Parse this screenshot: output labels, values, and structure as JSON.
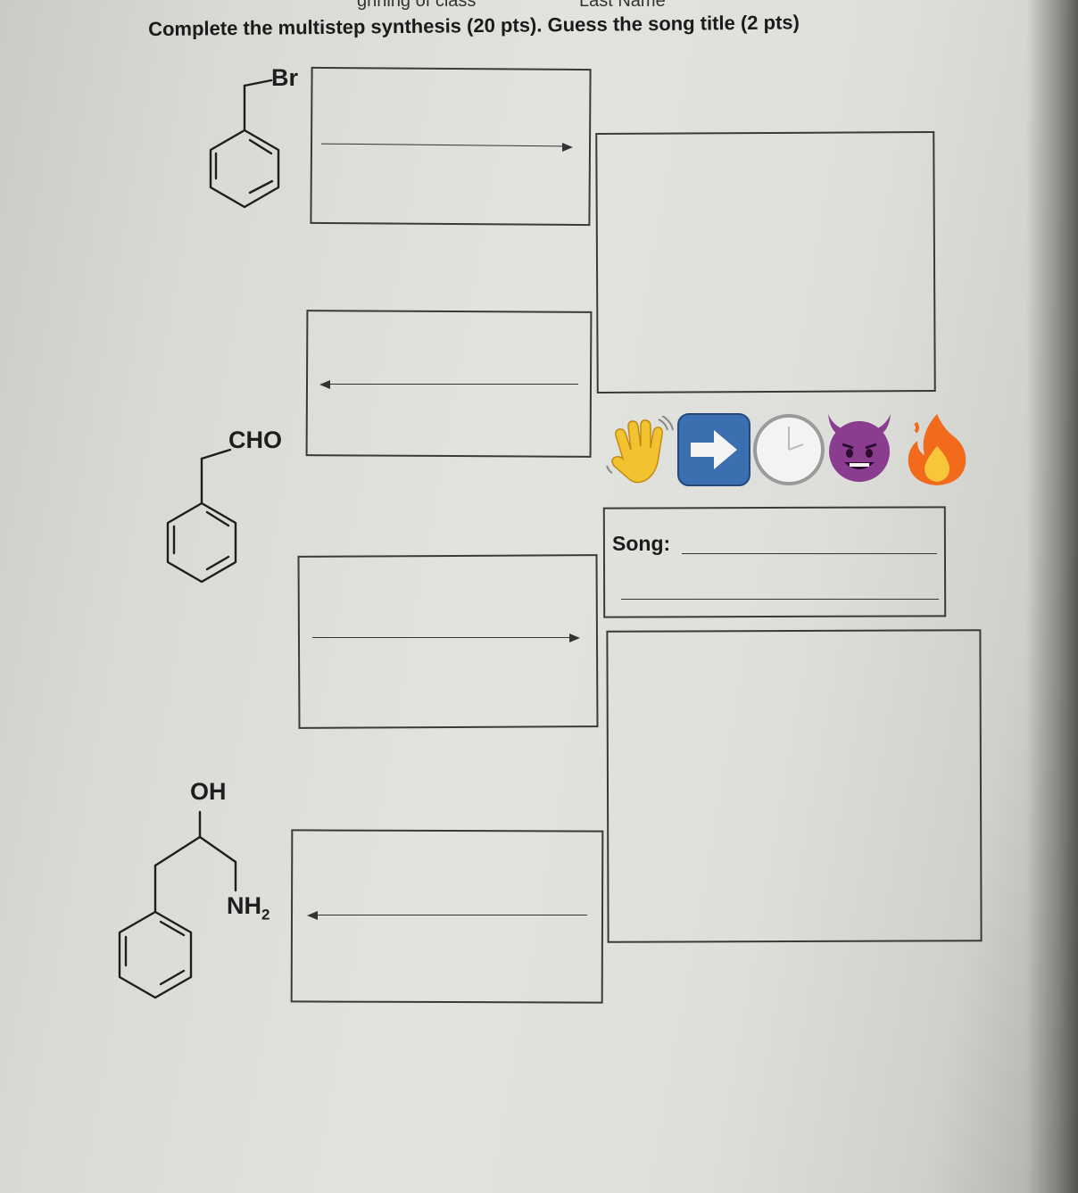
{
  "header": {
    "top_left_fragment": "gnning of class",
    "top_right_fragment": "Last Name"
  },
  "question": {
    "title": "Complete the multistep synthesis (20 pts). Guess the song title (2 pts)"
  },
  "molecules": {
    "benzyl_bromide_label": "Br",
    "aldehyde_label": "CHO",
    "amino_alcohol_oh": "OH",
    "amino_alcohol_nh": "NH",
    "amino_alcohol_nh_sub": "2"
  },
  "song": {
    "label": "Song:",
    "emoji_sequence": [
      "waving-hand",
      "right-arrow",
      "clock",
      "smiling-devil",
      "fire"
    ]
  },
  "colors": {
    "arrow_blue": "#3c6fb0",
    "devil_purple": "#8a3d8f",
    "fire_orange": "#f26a1b",
    "hand_yellow": "#f2c230"
  }
}
